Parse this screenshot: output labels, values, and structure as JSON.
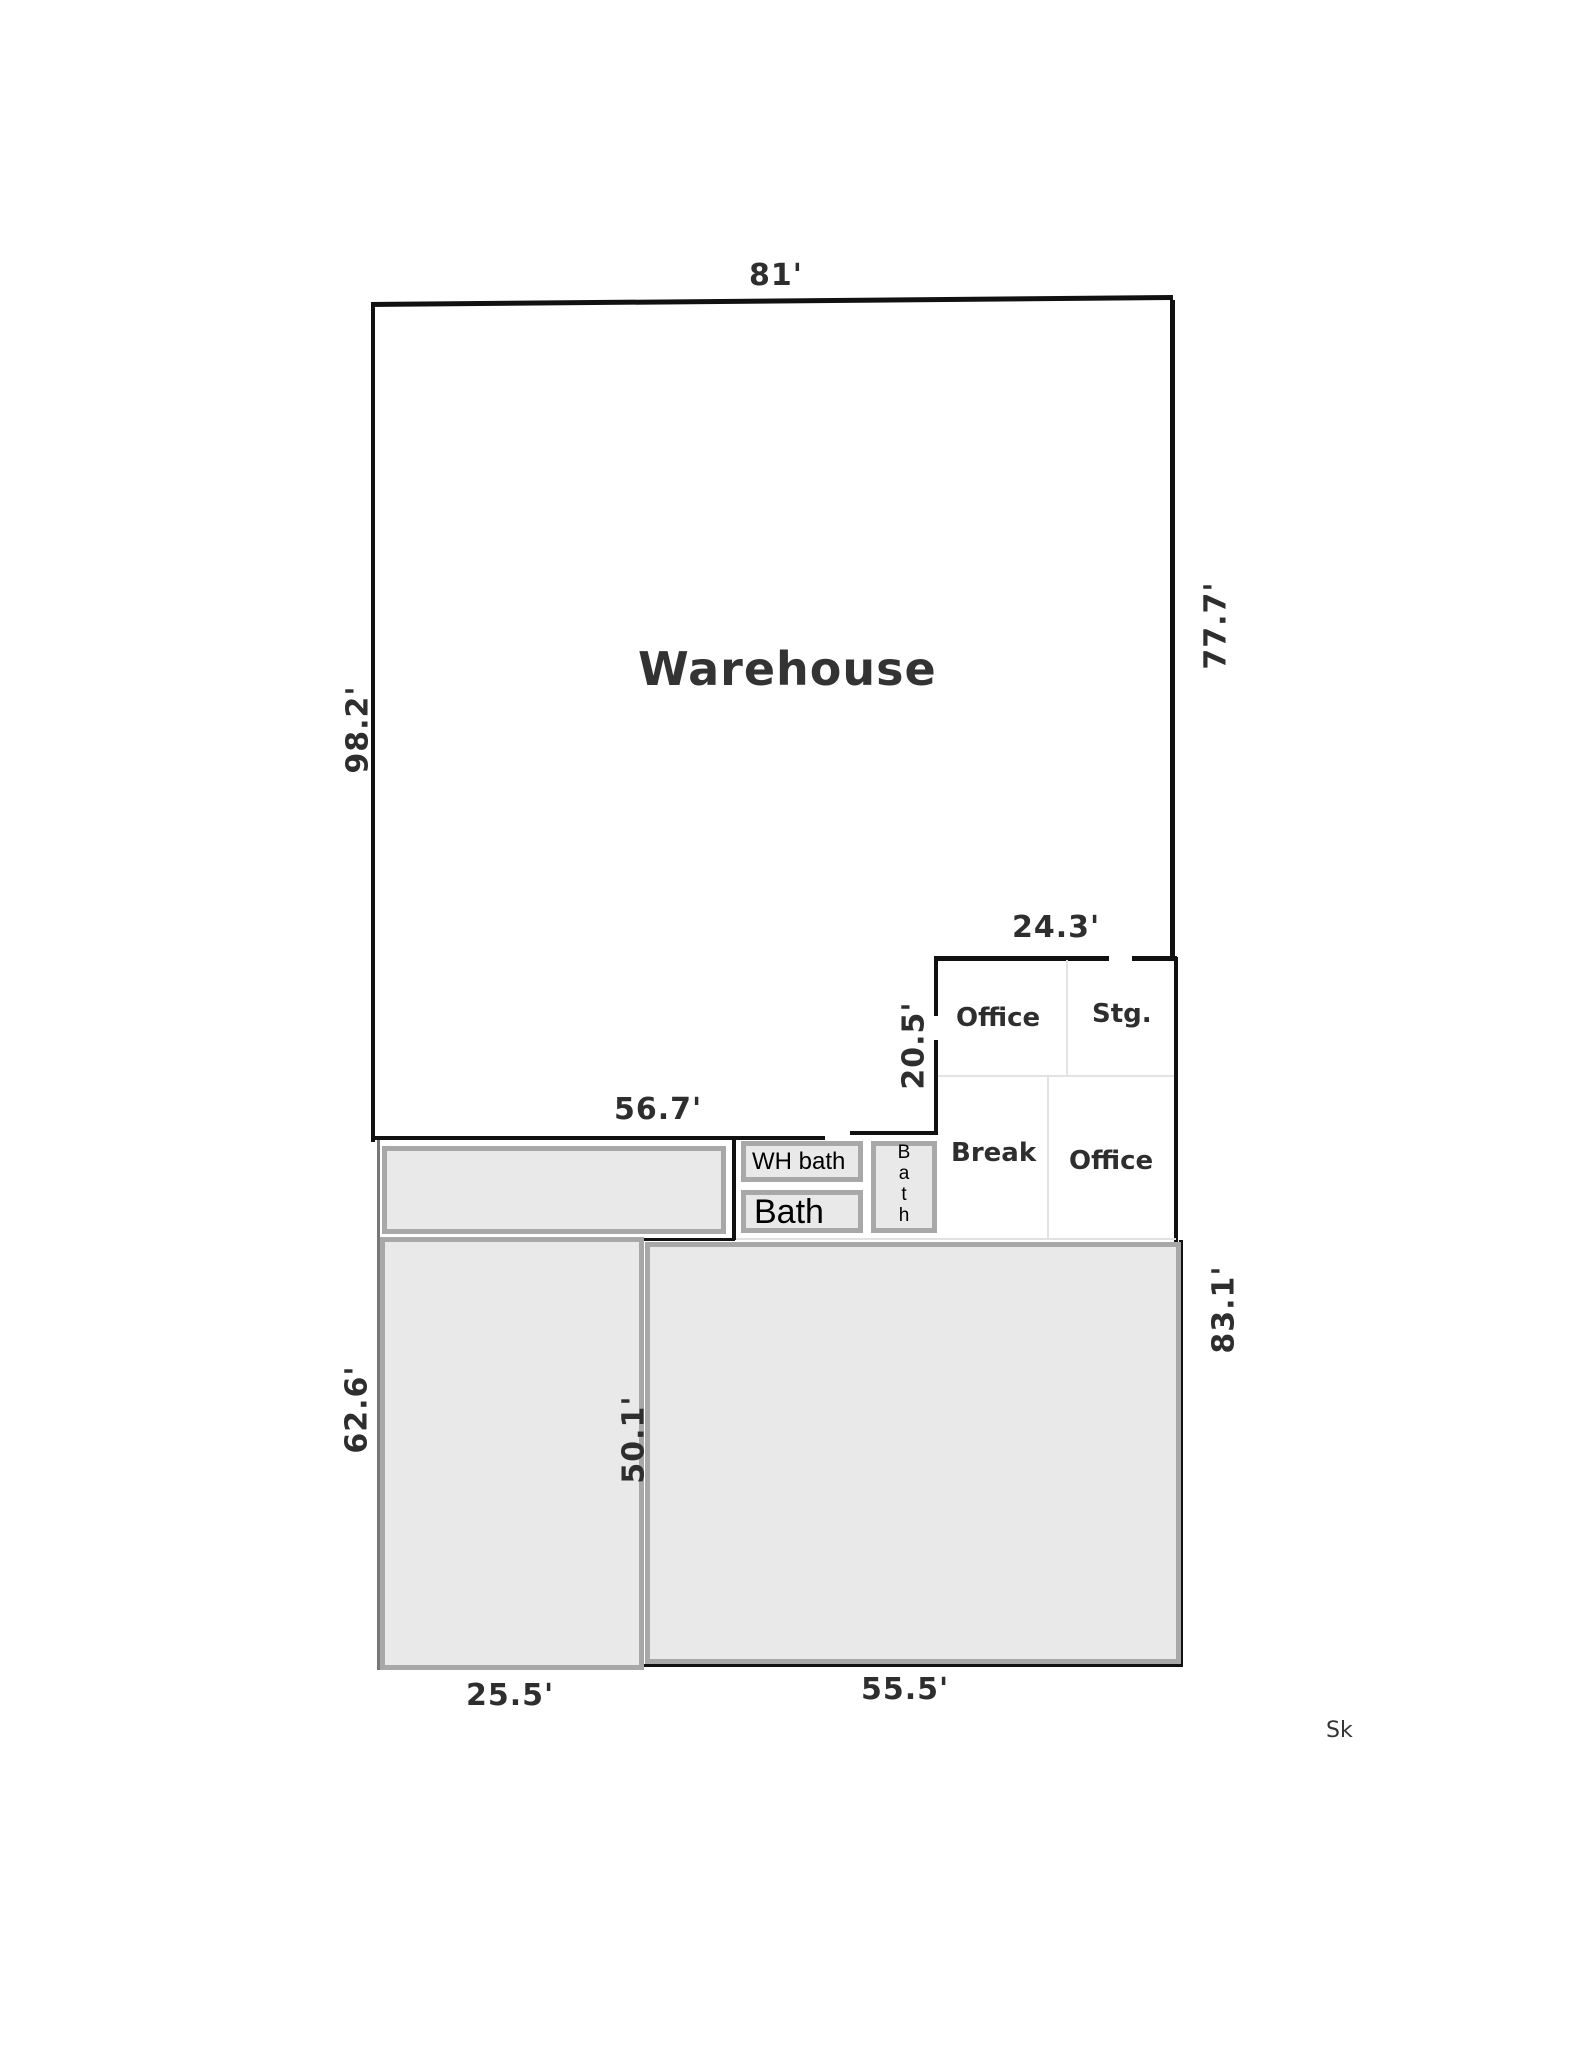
{
  "diagram": {
    "type": "floor-plan sketch",
    "rooms": {
      "warehouse": "Warehouse",
      "office_top": "Office",
      "storage": "Stg.",
      "break": "Break",
      "office_bottom": "Office",
      "wh_bath": "WH bath",
      "bath": "Bath",
      "bath_vertical": [
        "B",
        "a",
        "t",
        "h"
      ]
    },
    "dimensions": {
      "top": "81'",
      "left_upper": "98.2'",
      "right_upper": "77.7'",
      "notch_top": "24.3'",
      "notch_side": "20.5'",
      "inner_wall": "56.7'",
      "right_lower": "83.1'",
      "left_lower": "62.6'",
      "inner_vertical": "50.1'",
      "bottom_left": "25.5'",
      "bottom_right": "55.5'"
    },
    "footer_text": "Sk",
    "colors": {
      "wall": "#111111",
      "shaded_room_fill": "#e9e9e9",
      "shaded_room_border": "#a8a8a8",
      "label": "#2e2e2e"
    }
  }
}
